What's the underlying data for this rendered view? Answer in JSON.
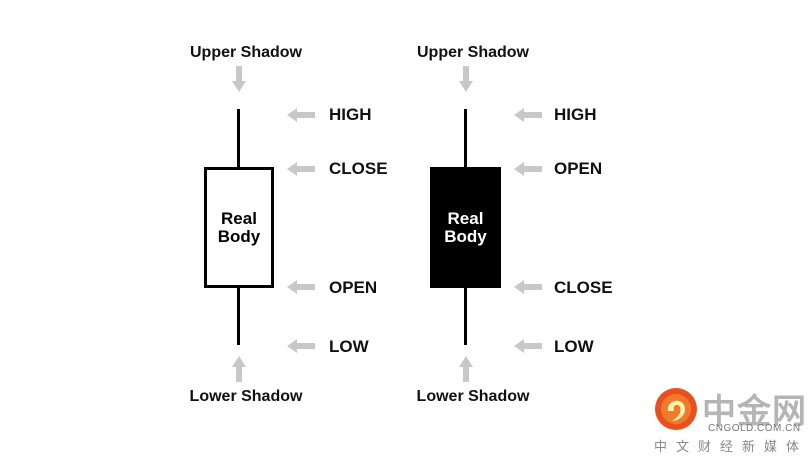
{
  "candles": [
    {
      "type": "bullish",
      "body_fill": "#ffffff",
      "body_text_color": "#000000",
      "body_label_line1": "Real",
      "body_label_line2": "Body",
      "upper_shadow_label": "Upper Shadow",
      "lower_shadow_label": "Lower Shadow",
      "price_labels": [
        "HIGH",
        "CLOSE",
        "OPEN",
        "LOW"
      ]
    },
    {
      "type": "bearish",
      "body_fill": "#000000",
      "body_text_color": "#ffffff",
      "body_label_line1": "Real",
      "body_label_line2": "Body",
      "upper_shadow_label": "Upper Shadow",
      "lower_shadow_label": "Lower Shadow",
      "price_labels": [
        "HIGH",
        "OPEN",
        "CLOSE",
        "LOW"
      ]
    }
  ],
  "arrow_color": "#c8c8c8",
  "watermark": {
    "cn_name": "中金网",
    "domain": "CNGOLD.COM.CN",
    "tagline": "中文财经新媒体",
    "logo_color": "#e8501e"
  }
}
